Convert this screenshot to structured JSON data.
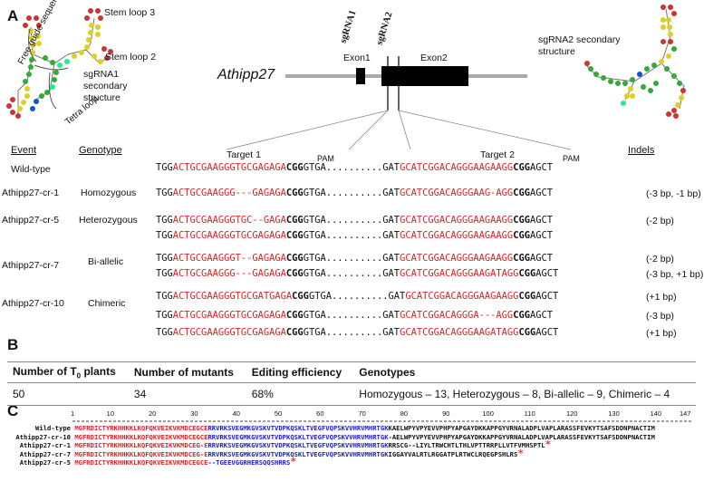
{
  "panels": {
    "a": "A",
    "b": "B",
    "c": "C"
  },
  "gene": {
    "name": "Athipp27",
    "exon1": "Exon1",
    "exon2": "Exon2",
    "sg1": "sgRNA1",
    "sg2": "sgRNA2"
  },
  "structure1": {
    "free_guide": "Free guide sequence",
    "stem3": "Stem loop 3",
    "stem2": "Stem loop 2",
    "title": "sgRNA1 secondary structure",
    "tetra": "Tetra loop"
  },
  "structure2": {
    "title": "sgRNA2 secondary structure"
  },
  "headers": {
    "event": "Event",
    "genotype": "Genotype",
    "target1": "Target 1",
    "target2": "Target 2",
    "pam1": "PAM",
    "pam2": "PAM",
    "indels": "Indels"
  },
  "rows": [
    {
      "event": "Wild-type",
      "genotype": ""
    },
    {
      "event": "Athipp27-cr-1",
      "genotype": "Homozygous"
    },
    {
      "event": "Athipp27-cr-5",
      "genotype": "Heterozygous"
    },
    {
      "event": "Athipp27-cr-7",
      "genotype": "Bi-allelic"
    },
    {
      "event": "Athipp27-cr-10",
      "genotype": "Chimeric"
    }
  ],
  "seqs": [
    {
      "a1": "TGG",
      "a2": "ACTGCGAAGGGTGCGAGAGA",
      "a3": "CGG",
      "a4": "GTGA..........",
      "a5": "GAT",
      "a6": "GCATCGGACAGGGAAGAAGG",
      "a7": "CGG",
      "a8": "AGCT",
      "indel": ""
    },
    {
      "a1": "TGG",
      "a2": "ACTGCGAAGGG---GAGAGA",
      "a3": "CGG",
      "a4": "GTGA..........",
      "a5": "GAT",
      "a6": "GCATCGGACAGGGAAG-AGG",
      "a7": "CGG",
      "a8": "AGCT",
      "indel": "(-3 bp, -1 bp)"
    },
    {
      "a1": "TGG",
      "a2": "ACTGCGAAGGGTGC--GAGA",
      "a3": "CGG",
      "a4": "GTGA..........",
      "a5": "GAT",
      "a6": "GCATCGGACAGGGAAGAAGG",
      "a7": "CGG",
      "a8": "AGCT",
      "indel": "(-2 bp)"
    },
    {
      "a1": "TGG",
      "a2": "ACTGCGAAGGGTGCGAGAGA",
      "a3": "CGG",
      "a4": "GTGA..........",
      "a5": "GAT",
      "a6": "GCATCGGACAGGGAAGAAGG",
      "a7": "CGG",
      "a8": "AGCT",
      "indel": ""
    },
    {
      "a1": "TGG",
      "a2": "ACTGCGAAGGGT--GAGAGA",
      "a3": "CGG",
      "a4": "GTGA..........",
      "a5": "GAT",
      "a6": "GCATCGGACAGGGAAGAAGG",
      "a7": "CGG",
      "a8": "AGCT",
      "indel": "(-2 bp)"
    },
    {
      "a1": "TGG",
      "a2": "ACTGCGAAGGG---GAGAGA",
      "a3": "CGG",
      "a4": "GTGA..........",
      "a5": "GAT",
      "a6": "GCATCGGACAGGGAAGATAGG",
      "a7": "CGG",
      "a8": "AGCT",
      "indel": "(-3 bp, +1 bp)"
    },
    {
      "a1": "TGG",
      "a2": "ACTGCGAAGGGTGCGATGAGA",
      "a3": "CGG",
      "a4": "GTGA..........",
      "a5": "GAT",
      "a6": "GCATCGGACAGGGAAGAAGG",
      "a7": "CGG",
      "a8": "AGCT",
      "indel": "(+1 bp)"
    },
    {
      "a1": "TGG",
      "a2": "ACTGCGAAGGGTGCGAGAGA",
      "a3": "CGG",
      "a4": "GTGA..........",
      "a5": "GAT",
      "a6": "GCATCGGACAGGGA---AGG",
      "a7": "CGG",
      "a8": "AGCT",
      "indel": "(-3 bp)"
    },
    {
      "a1": "TGG",
      "a2": "ACTGCGAAGGGTGCGAGAGA",
      "a3": "CGG",
      "a4": "GTGA..........",
      "a5": "GAT",
      "a6": "GCATCGGACAGGGAAGATAGG",
      "a7": "CGG",
      "a8": "AGCT",
      "indel": "(+1 bp)"
    }
  ],
  "table": {
    "h1a": "Number of T",
    "h1sub": "0",
    "h1b": " plants",
    "h2": "Number of mutants",
    "h3": "Editing efficiency",
    "h4": "Genotypes",
    "v1": "50",
    "v2": "34",
    "v3": "68%",
    "v4": "Homozygous – 13, Heterozygous – 8, Bi-allelic – 9, Chimeric – 4"
  },
  "alignment": {
    "ruler": [
      "1",
      "10",
      "20",
      "30",
      "40",
      "50",
      "60",
      "70",
      "80",
      "90",
      "100",
      "110",
      "120",
      "130",
      "140",
      "147"
    ],
    "names": [
      "Wild-type",
      "Athipp27-cr-10",
      "Athipp27-cr-1",
      "Athipp27-cr-7",
      "Athipp27-cr-5"
    ],
    "rows": [
      [
        "MGFRDICTYRKHHKKLKQFQKVEIKVKMDCEGCE",
        "RRVRKSVEGMKGVSKVTVDPKQSKLTVEGFVQPSKVVHRVMHRTGK",
        "KAELWPYVPYEVVPHPYAPGAYDKKAPPGYVRNALADPLVAPLARASSFEVKYTSAFSDDNPNACTIM",
        ""
      ],
      [
        "MGFRDICTYRKHHKKLKQFQKVEIKVKMDCEGCE",
        "RRVRKSVEGMKGVSKVTVDPKQSKLTVEGFVQPSKVVHRVMHRTGK",
        "-AELWPYVPYEVVPHPYAPGAYDKKAPPGYVRNALADPLVAPLARASSFEVKYTSAFSDDNPNACTIM",
        ""
      ],
      [
        "MGFRDICTYRKHHKKLKQFQKVEIKVKMDCEG-E",
        "RRVRKSVEGMKGVSKVTVDPKQSKLTVEGFVQPSKVVHRVMHRTGK",
        "RRSCG--LIYLTRWCHTLTHLVPTTRRPLLVTFVMHSPTL",
        "*"
      ],
      [
        "MGFRDICTYRKHHKKLKQFQKVEIKVKMDCEG-E",
        "RRVRKSVEGMKGVSKVTVDPKQSKLTVEGFVQPSKVVHRVMHRTGK",
        "IGGAYVALRTLRGGATPLRTWCLRQEGPSHLRS",
        "*"
      ],
      [
        "MGFRDICTYRKHHKKLKQFQKVEIKVKMDCEGCE",
        "--TGEEVGGRHERSQQSHRRS",
        "",
        "*"
      ]
    ]
  }
}
